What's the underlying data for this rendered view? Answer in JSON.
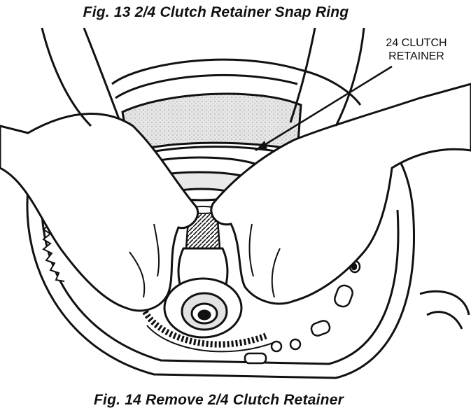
{
  "figure_top": {
    "caption": "Fig. 13 2/4 Clutch Retainer Snap Ring"
  },
  "figure_bottom": {
    "caption": "Fig. 14 Remove 2/4 Clutch Retainer"
  },
  "callout": {
    "line1": "24 CLUTCH",
    "line2": "RETAINER"
  },
  "colors": {
    "ink": "#111111",
    "paper": "#ffffff",
    "shade": "#d9d9d9"
  }
}
